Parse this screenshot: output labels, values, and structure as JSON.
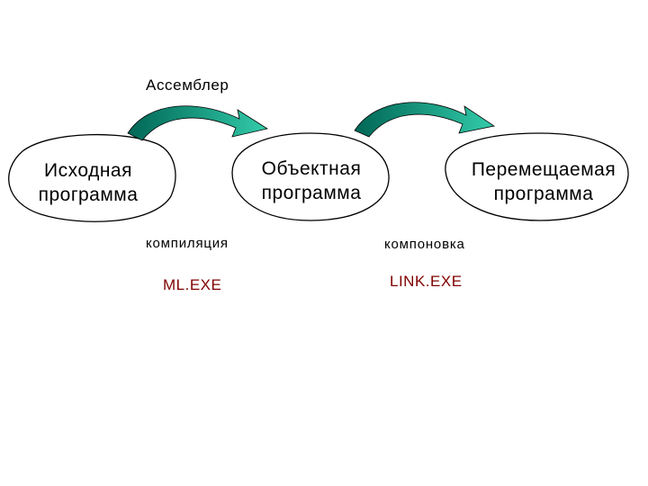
{
  "title": "Ассемблер",
  "nodes": [
    {
      "id": "source",
      "line1": "Исходная",
      "line2": "программа"
    },
    {
      "id": "object",
      "line1": "Объектная",
      "line2": "программа"
    },
    {
      "id": "relocatable",
      "line1": "Перемещаемая",
      "line2": "программа"
    }
  ],
  "steps": [
    {
      "id": "compile",
      "label": "компиляция",
      "tool": "ML.EXE"
    },
    {
      "id": "link",
      "label": "компоновка",
      "tool": "LINK.EXE"
    }
  ],
  "colors": {
    "arrow_light": "#33ccaa",
    "arrow_dark": "#006655",
    "tool_text": "#800000",
    "outline": "#000000"
  }
}
